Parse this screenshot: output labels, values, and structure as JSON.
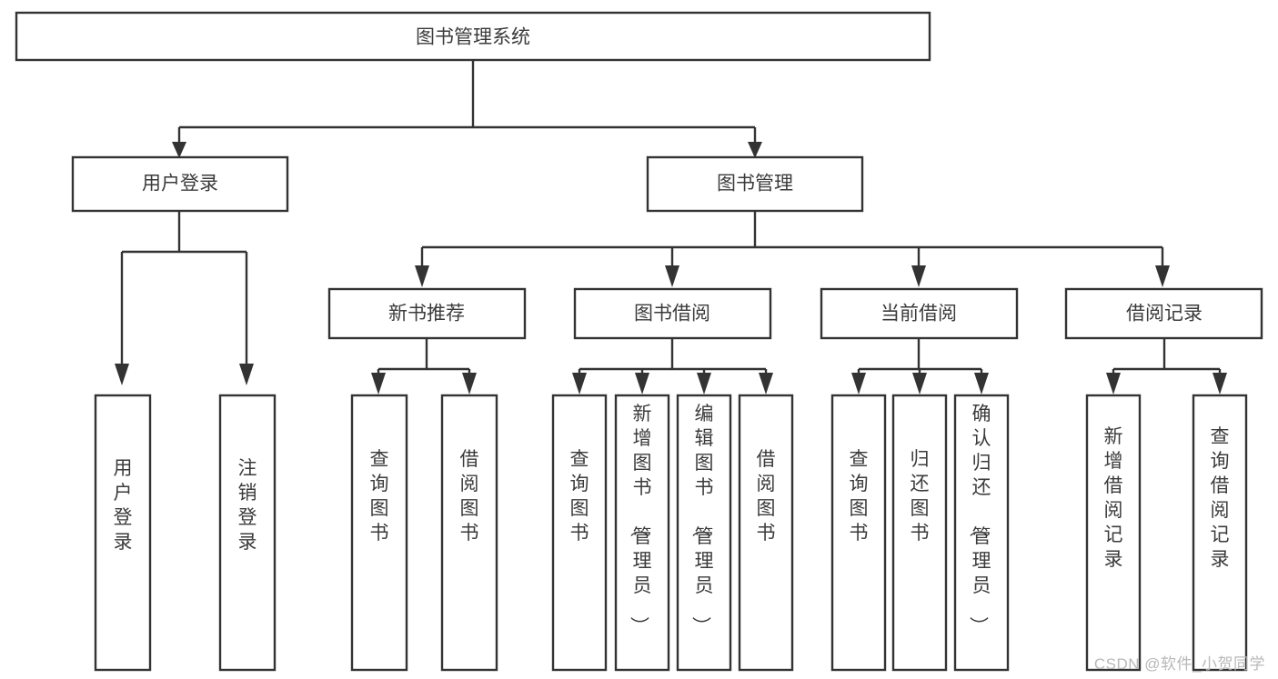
{
  "diagram": {
    "type": "tree-hierarchy",
    "title": "图书管理系统",
    "watermark": "CSDN @软件_小贺同学",
    "colors": {
      "box_stroke": "#333333",
      "box_fill": "#ffffff",
      "text": "#3b3b3b",
      "watermark": "#b8b8b8",
      "background": "#ffffff"
    },
    "nodes": {
      "root": {
        "label": "图书管理系统",
        "level": 1,
        "orientation": "horizontal"
      },
      "user_login": {
        "label": "用户登录",
        "level": 2,
        "orientation": "horizontal"
      },
      "book_manage": {
        "label": "图书管理",
        "level": 2,
        "orientation": "horizontal"
      },
      "new_book_rec": {
        "label": "新书推荐",
        "level": 3,
        "orientation": "horizontal"
      },
      "book_borrow": {
        "label": "图书借阅",
        "level": 3,
        "orientation": "horizontal"
      },
      "current_borrow": {
        "label": "当前借阅",
        "level": 3,
        "orientation": "horizontal"
      },
      "borrow_record": {
        "label": "借阅记录",
        "level": 3,
        "orientation": "horizontal"
      },
      "leaf_user_login": {
        "label": "用户登录",
        "level": 3,
        "orientation": "vertical"
      },
      "leaf_logout": {
        "label": "注销登录",
        "level": 3,
        "orientation": "vertical"
      },
      "leaf_query_book_1": {
        "label": "查询图书",
        "level": 4,
        "orientation": "vertical"
      },
      "leaf_borrow_book_1": {
        "label": "借阅图书",
        "level": 4,
        "orientation": "vertical"
      },
      "leaf_query_book_2": {
        "label": "查询图书",
        "level": 4,
        "orientation": "vertical"
      },
      "leaf_add_book": {
        "label": "新增图书（管理员）",
        "level": 4,
        "orientation": "vertical"
      },
      "leaf_edit_book": {
        "label": "编辑图书（管理员）",
        "level": 4,
        "orientation": "vertical"
      },
      "leaf_borrow_book_2": {
        "label": "借阅图书",
        "level": 4,
        "orientation": "vertical"
      },
      "leaf_query_book_3": {
        "label": "查询图书",
        "level": 4,
        "orientation": "vertical"
      },
      "leaf_return_book": {
        "label": "归还图书",
        "level": 4,
        "orientation": "vertical"
      },
      "leaf_confirm_return": {
        "label": "确认归还（管理员）",
        "level": 4,
        "orientation": "vertical"
      },
      "leaf_add_record": {
        "label": "新增借阅记录",
        "level": 4,
        "orientation": "vertical"
      },
      "leaf_query_record": {
        "label": "查询借阅记录",
        "level": 4,
        "orientation": "vertical"
      }
    },
    "edges": [
      {
        "from": "root",
        "to": "user_login"
      },
      {
        "from": "root",
        "to": "book_manage"
      },
      {
        "from": "user_login",
        "to": "leaf_user_login"
      },
      {
        "from": "user_login",
        "to": "leaf_logout"
      },
      {
        "from": "book_manage",
        "to": "new_book_rec"
      },
      {
        "from": "book_manage",
        "to": "book_borrow"
      },
      {
        "from": "book_manage",
        "to": "current_borrow"
      },
      {
        "from": "book_manage",
        "to": "borrow_record"
      },
      {
        "from": "new_book_rec",
        "to": "leaf_query_book_1"
      },
      {
        "from": "new_book_rec",
        "to": "leaf_borrow_book_1"
      },
      {
        "from": "book_borrow",
        "to": "leaf_query_book_2"
      },
      {
        "from": "book_borrow",
        "to": "leaf_add_book"
      },
      {
        "from": "book_borrow",
        "to": "leaf_edit_book"
      },
      {
        "from": "book_borrow",
        "to": "leaf_borrow_book_2"
      },
      {
        "from": "current_borrow",
        "to": "leaf_query_book_3"
      },
      {
        "from": "current_borrow",
        "to": "leaf_return_book"
      },
      {
        "from": "current_borrow",
        "to": "leaf_confirm_return"
      },
      {
        "from": "borrow_record",
        "to": "leaf_add_record"
      },
      {
        "from": "borrow_record",
        "to": "leaf_query_record"
      }
    ]
  }
}
